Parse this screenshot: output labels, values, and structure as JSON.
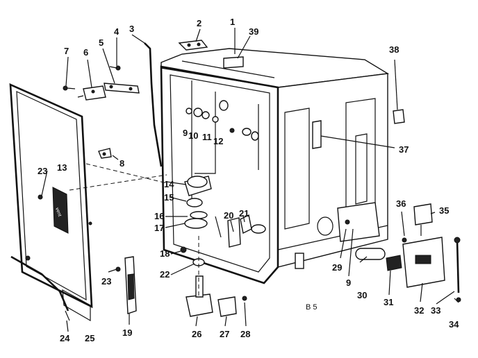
{
  "figure_code": "B 5",
  "callouts": [
    "1",
    "2",
    "3",
    "4",
    "5",
    "6",
    "7",
    "8",
    "9",
    "10",
    "11",
    "12",
    "13",
    "14",
    "15",
    "16",
    "17",
    "18",
    "19",
    "20",
    "21",
    "22",
    "23",
    "23",
    "24",
    "25",
    "26",
    "27",
    "28",
    "29",
    "9",
    "30",
    "31",
    "32",
    "33",
    "34",
    "35",
    "36",
    "37",
    "38",
    "39"
  ]
}
